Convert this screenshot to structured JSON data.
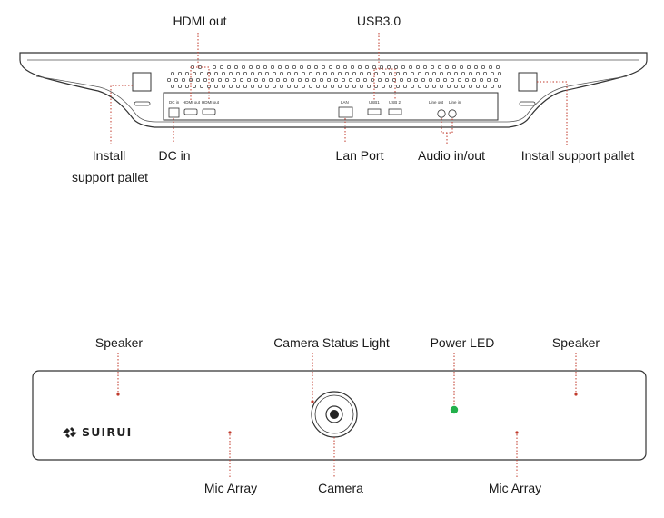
{
  "labels": {
    "hdmi_out": "HDMI out",
    "usb30": "USB3.0",
    "install_line1": "Install",
    "install_line2": "support pallet",
    "dc_in": "DC in",
    "lan_port": "Lan Port",
    "audio_in_out": "Audio in/out",
    "install_support_right": "Install support pallet",
    "speaker_left": "Speaker",
    "camera_status_light": "Camera Status Light",
    "power_led": "Power LED",
    "speaker_right": "Speaker",
    "mic_array_left": "Mic Array",
    "camera": "Camera",
    "mic_array_right": "Mic Array"
  },
  "port_labels": {
    "dc_in": "DC in",
    "hdmi_out_1": "HDMI out",
    "hdmi_out_2": "HDMI out",
    "lan": "LAN",
    "usb1": "USB1",
    "usb2": "USB 2",
    "line_out": "Line out",
    "line_in": "Line in"
  },
  "brand": {
    "name": "SUIRUI"
  },
  "colors": {
    "callout": "#c0392b",
    "power_led": "#22b04b",
    "outline": "#333333"
  },
  "icons": {
    "logo": "suirui-logo-icon"
  }
}
